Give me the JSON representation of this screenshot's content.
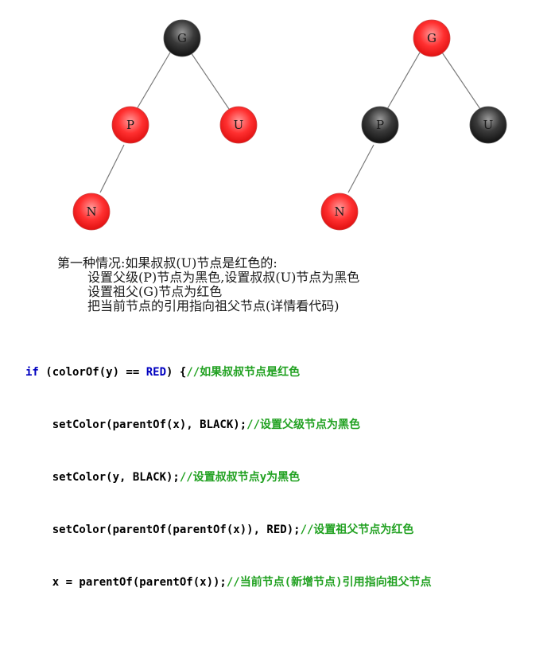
{
  "colors": {
    "red_node": "#ff2a2a",
    "black_node": "#2a2a2a",
    "edge": "#7a7a7a",
    "keyword": "#0000c0",
    "comment": "#21a121"
  },
  "trees": [
    {
      "nodes": [
        {
          "id": "G",
          "label": "G",
          "color": "black"
        },
        {
          "id": "P",
          "label": "P",
          "color": "red"
        },
        {
          "id": "U",
          "label": "U",
          "color": "red"
        },
        {
          "id": "N",
          "label": "N",
          "color": "red"
        }
      ],
      "edges": [
        [
          "G",
          "P"
        ],
        [
          "G",
          "U"
        ],
        [
          "P",
          "N"
        ]
      ]
    },
    {
      "nodes": [
        {
          "id": "G",
          "label": "G",
          "color": "red"
        },
        {
          "id": "P",
          "label": "P",
          "color": "black"
        },
        {
          "id": "U",
          "label": "U",
          "color": "black"
        },
        {
          "id": "N",
          "label": "N",
          "color": "red"
        }
      ],
      "edges": [
        [
          "G",
          "P"
        ],
        [
          "G",
          "U"
        ],
        [
          "P",
          "N"
        ]
      ]
    }
  ],
  "explanation": {
    "heading": "第一种情况:如果叔叔(U)节点是红色的:",
    "steps": [
      "设置父级(P)节点为黑色,设置叔叔(U)节点为黑色",
      "设置祖父(G)节点为红色",
      "把当前节点的引用指向祖父节点(详情看代码)"
    ]
  },
  "code": {
    "line1": {
      "kw": "if",
      "code": " (colorOf(y) == ",
      "kw2": "RED",
      "code2": ") {",
      "comment": "//如果叔叔节点是红色"
    },
    "line2": {
      "code": "    setColor(parentOf(x), BLACK);",
      "comment": "//设置父级节点为黑色"
    },
    "line3": {
      "code": "    setColor(y, BLACK);",
      "comment": "//设置叔叔节点y为黑色"
    },
    "line4": {
      "code": "    setColor(parentOf(parentOf(x)), RED);",
      "comment": "//设置祖父节点为红色"
    },
    "line5": {
      "code": "    x = parentOf(parentOf(x));",
      "comment": "//当前节点(新增节点)引用指向祖父节点"
    }
  }
}
